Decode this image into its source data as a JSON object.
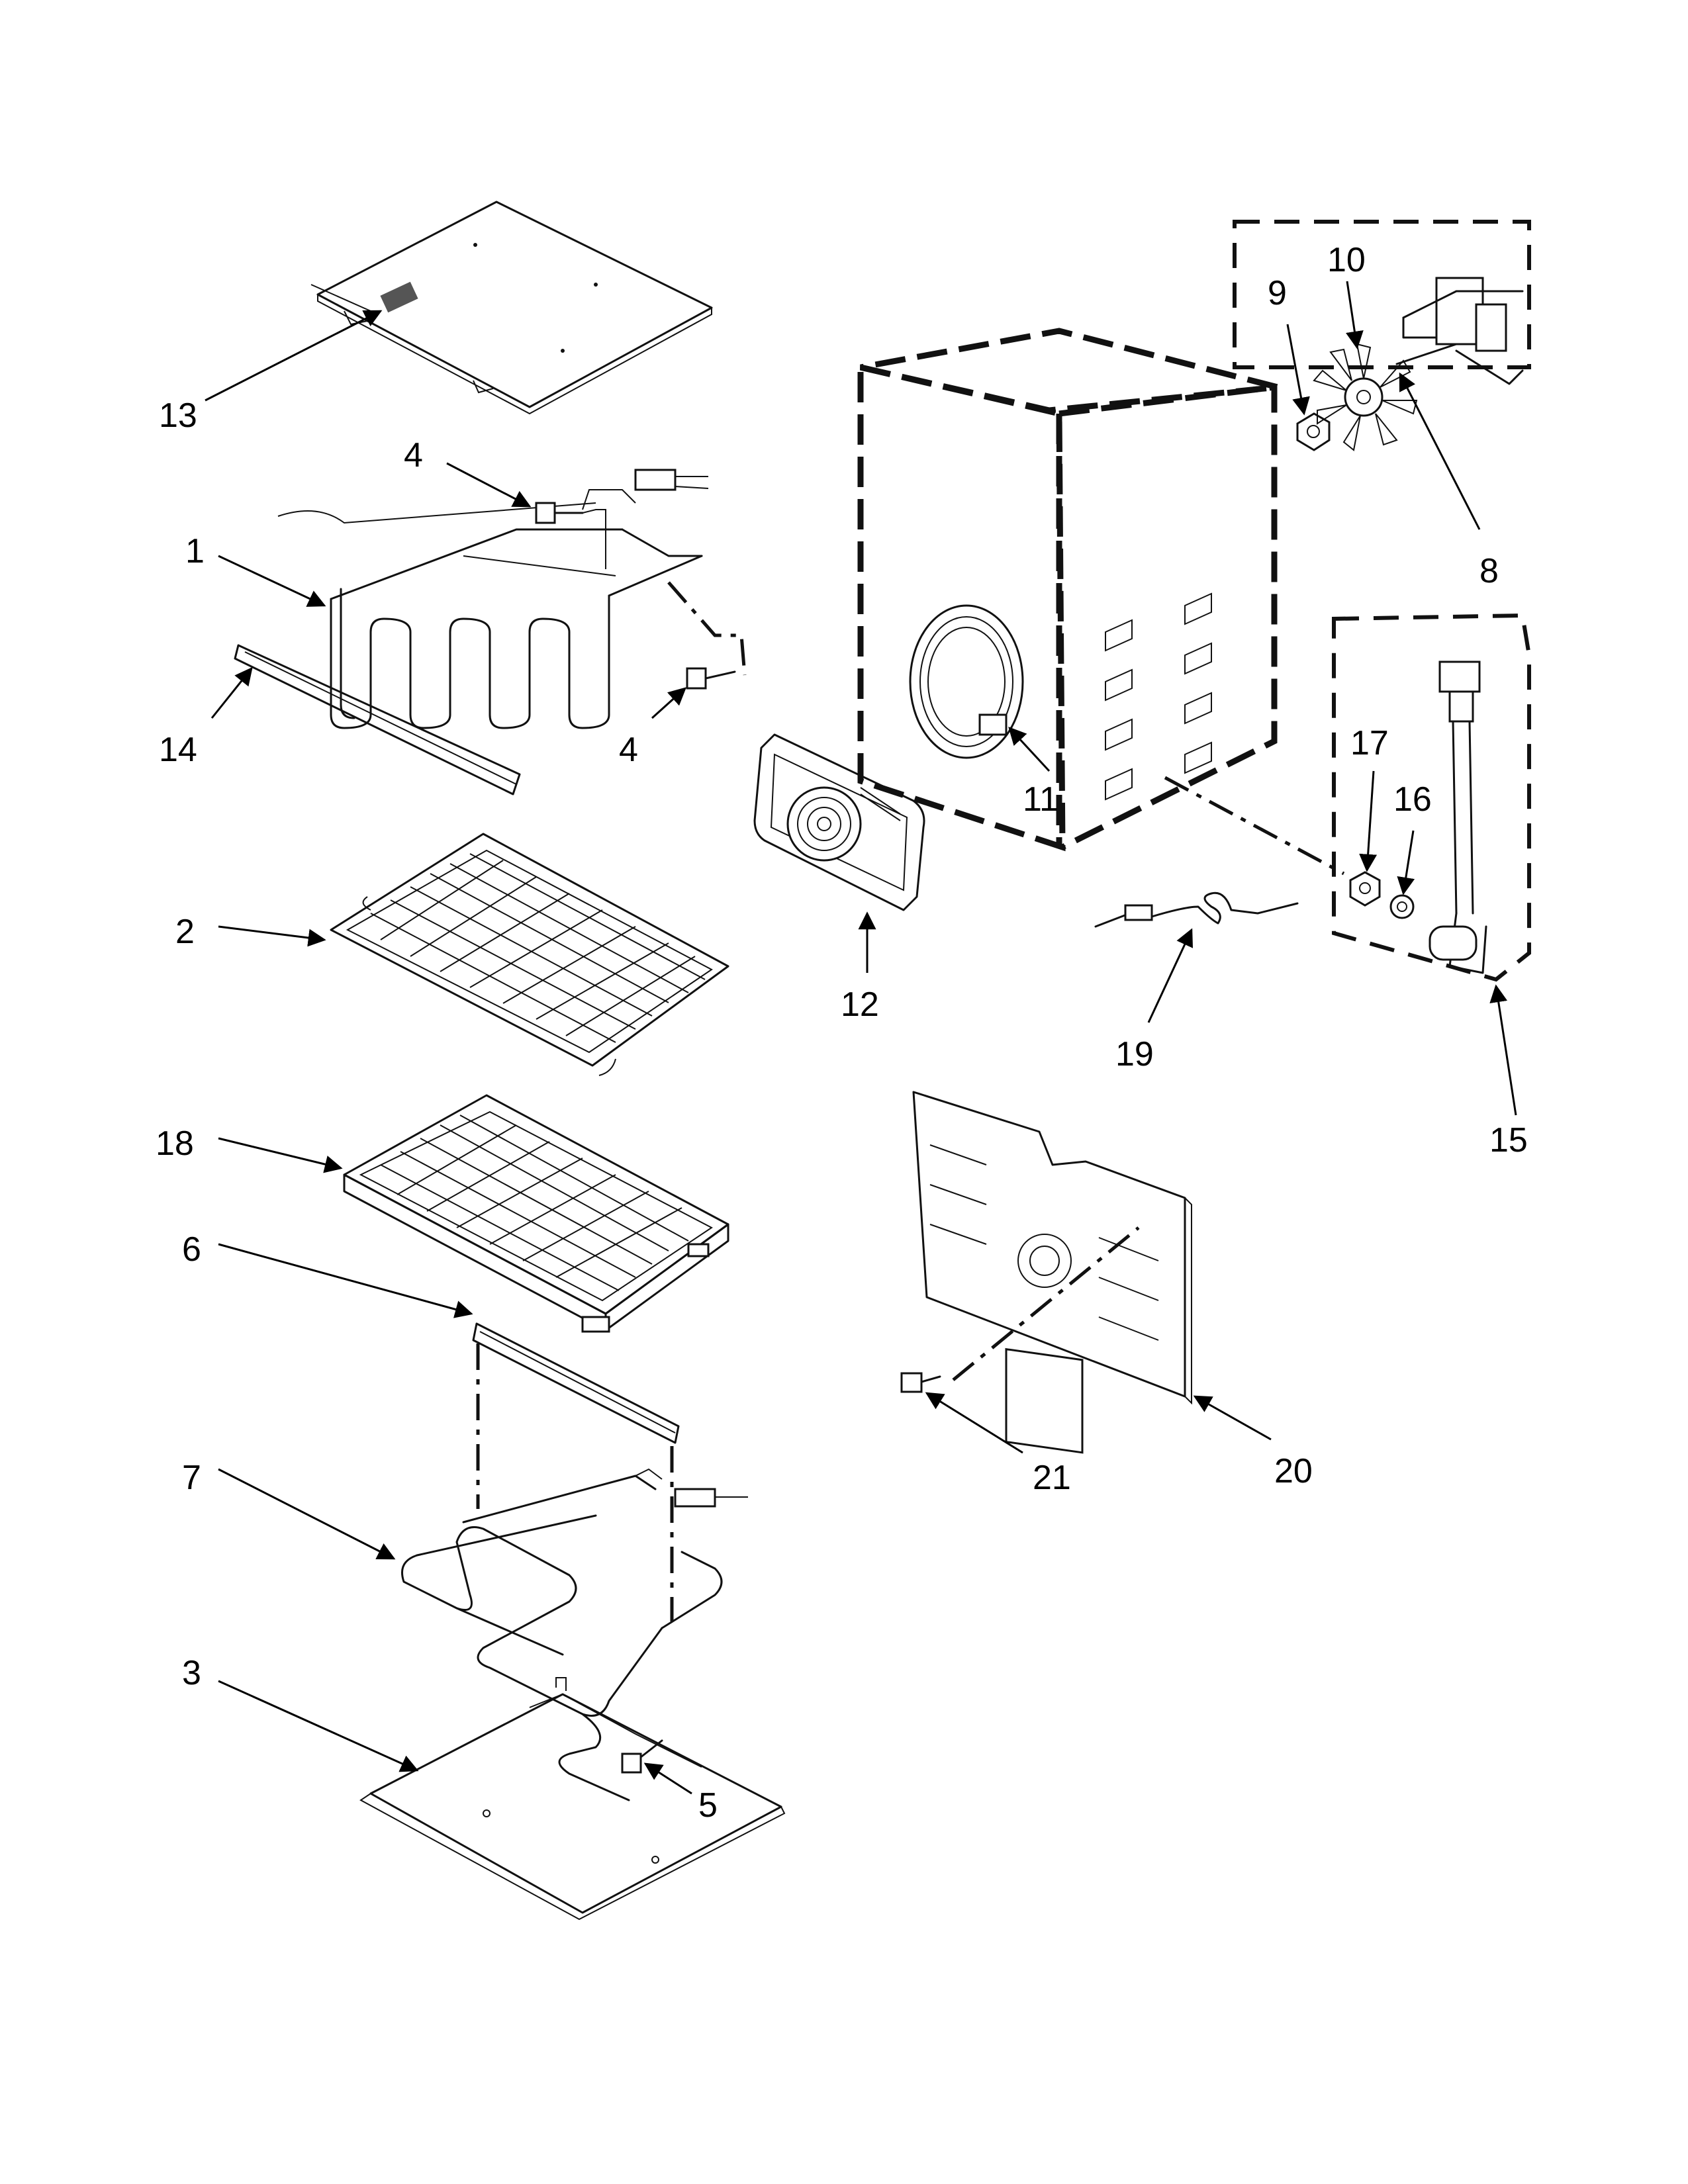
{
  "diagram": {
    "callouts": [
      {
        "id": "c13",
        "label": "13"
      },
      {
        "id": "c4a",
        "label": "4"
      },
      {
        "id": "c1",
        "label": "1"
      },
      {
        "id": "c14",
        "label": "14"
      },
      {
        "id": "c4b",
        "label": "4"
      },
      {
        "id": "c2",
        "label": "2"
      },
      {
        "id": "c18",
        "label": "18"
      },
      {
        "id": "c6",
        "label": "6"
      },
      {
        "id": "c7",
        "label": "7"
      },
      {
        "id": "c3",
        "label": "3"
      },
      {
        "id": "c5",
        "label": "5"
      },
      {
        "id": "c9",
        "label": "9"
      },
      {
        "id": "c10",
        "label": "10"
      },
      {
        "id": "c8",
        "label": "8"
      },
      {
        "id": "c11",
        "label": "11"
      },
      {
        "id": "c12",
        "label": "12"
      },
      {
        "id": "c17",
        "label": "17"
      },
      {
        "id": "c16",
        "label": "16"
      },
      {
        "id": "c15",
        "label": "15"
      },
      {
        "id": "c19",
        "label": "19"
      },
      {
        "id": "c20",
        "label": "20"
      },
      {
        "id": "c21",
        "label": "21"
      }
    ]
  }
}
